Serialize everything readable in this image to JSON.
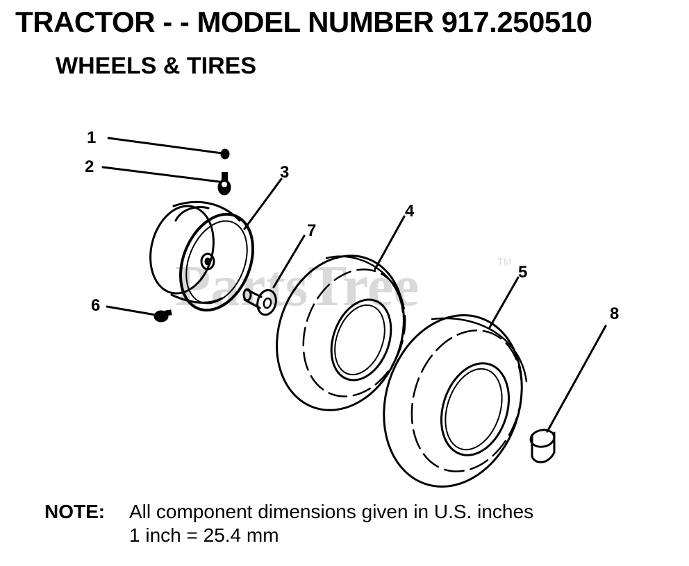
{
  "header": {
    "title": "TRACTOR - - MODEL NUMBER 917.250510",
    "subtitle": "WHEELS & TIRES"
  },
  "watermark": {
    "text": "PartsTree",
    "tm": "TM"
  },
  "callouts": [
    "1",
    "2",
    "3",
    "4",
    "5",
    "6",
    "7",
    "8"
  ],
  "note": {
    "label": "NOTE:",
    "line1": "All component dimensions given in U.S. inches",
    "line2": "1 inch = 25.4 mm"
  }
}
